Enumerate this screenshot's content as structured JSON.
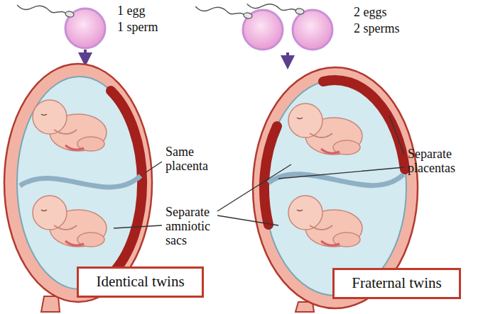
{
  "diagram": {
    "nodes": [
      {
        "text": [
          "Identical twins"
        ]
      },
      {
        "text": [
          "Fraternal twins"
        ]
      }
    ],
    "labels": [
      "1 egg",
      "1 sperm",
      "2 eggs",
      "2 sperms",
      "Same placenta",
      "Separate amniotic sacs",
      "Separate placentas"
    ]
  }
}
